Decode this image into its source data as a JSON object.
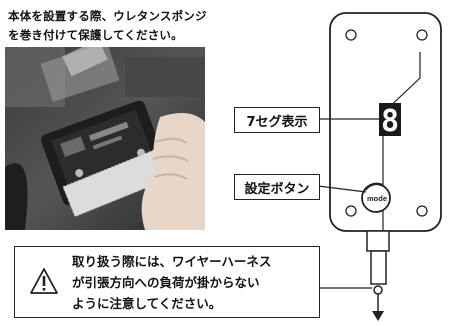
{
  "intro": {
    "line1": "本体を設置する際、ウレタンスポンジ",
    "line2": "を巻き付けて保護してください。"
  },
  "labels": {
    "seven_segment": "7セグ表示",
    "setting_button": "設定ボタン"
  },
  "device": {
    "display_digit": "8",
    "button_text": "mode"
  },
  "notice": {
    "line1": "取り扱う際には、ワイヤーハーネス",
    "line2": "が引張方向への負荷が掛からない",
    "line3": "ように注意してください。"
  },
  "colors": {
    "outline": "#222222",
    "display_bg": "#1a1a1a",
    "display_segment": "#ffffff"
  }
}
